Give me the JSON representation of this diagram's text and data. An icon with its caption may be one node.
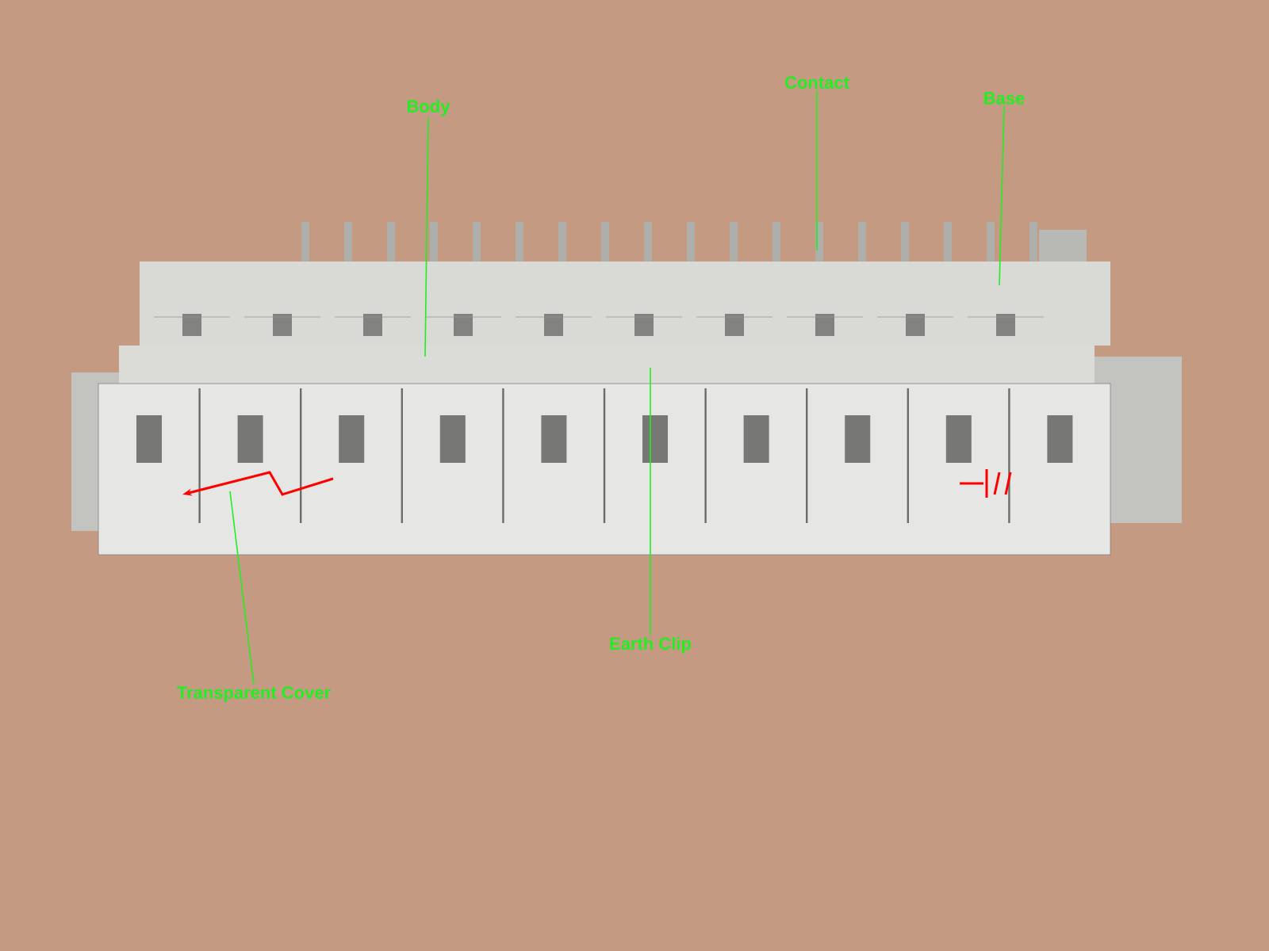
{
  "diagram": {
    "nodes": [
      {
        "text": [
          "Body"
        ]
      },
      {
        "text": [
          "Contact"
        ]
      },
      {
        "text": [
          "Base"
        ]
      },
      {
        "text": [
          "Earth Clip"
        ]
      },
      {
        "text": [
          "Transparent Cover"
        ]
      }
    ],
    "edges": [
      {
        "from": 0,
        "to": null,
        "arrow": "none"
      },
      {
        "from": 1,
        "to": null,
        "arrow": "none"
      },
      {
        "from": 2,
        "to": null,
        "arrow": "none"
      },
      {
        "from": 3,
        "to": null,
        "arrow": "none"
      },
      {
        "from": 4,
        "to": null,
        "arrow": "none"
      }
    ]
  }
}
